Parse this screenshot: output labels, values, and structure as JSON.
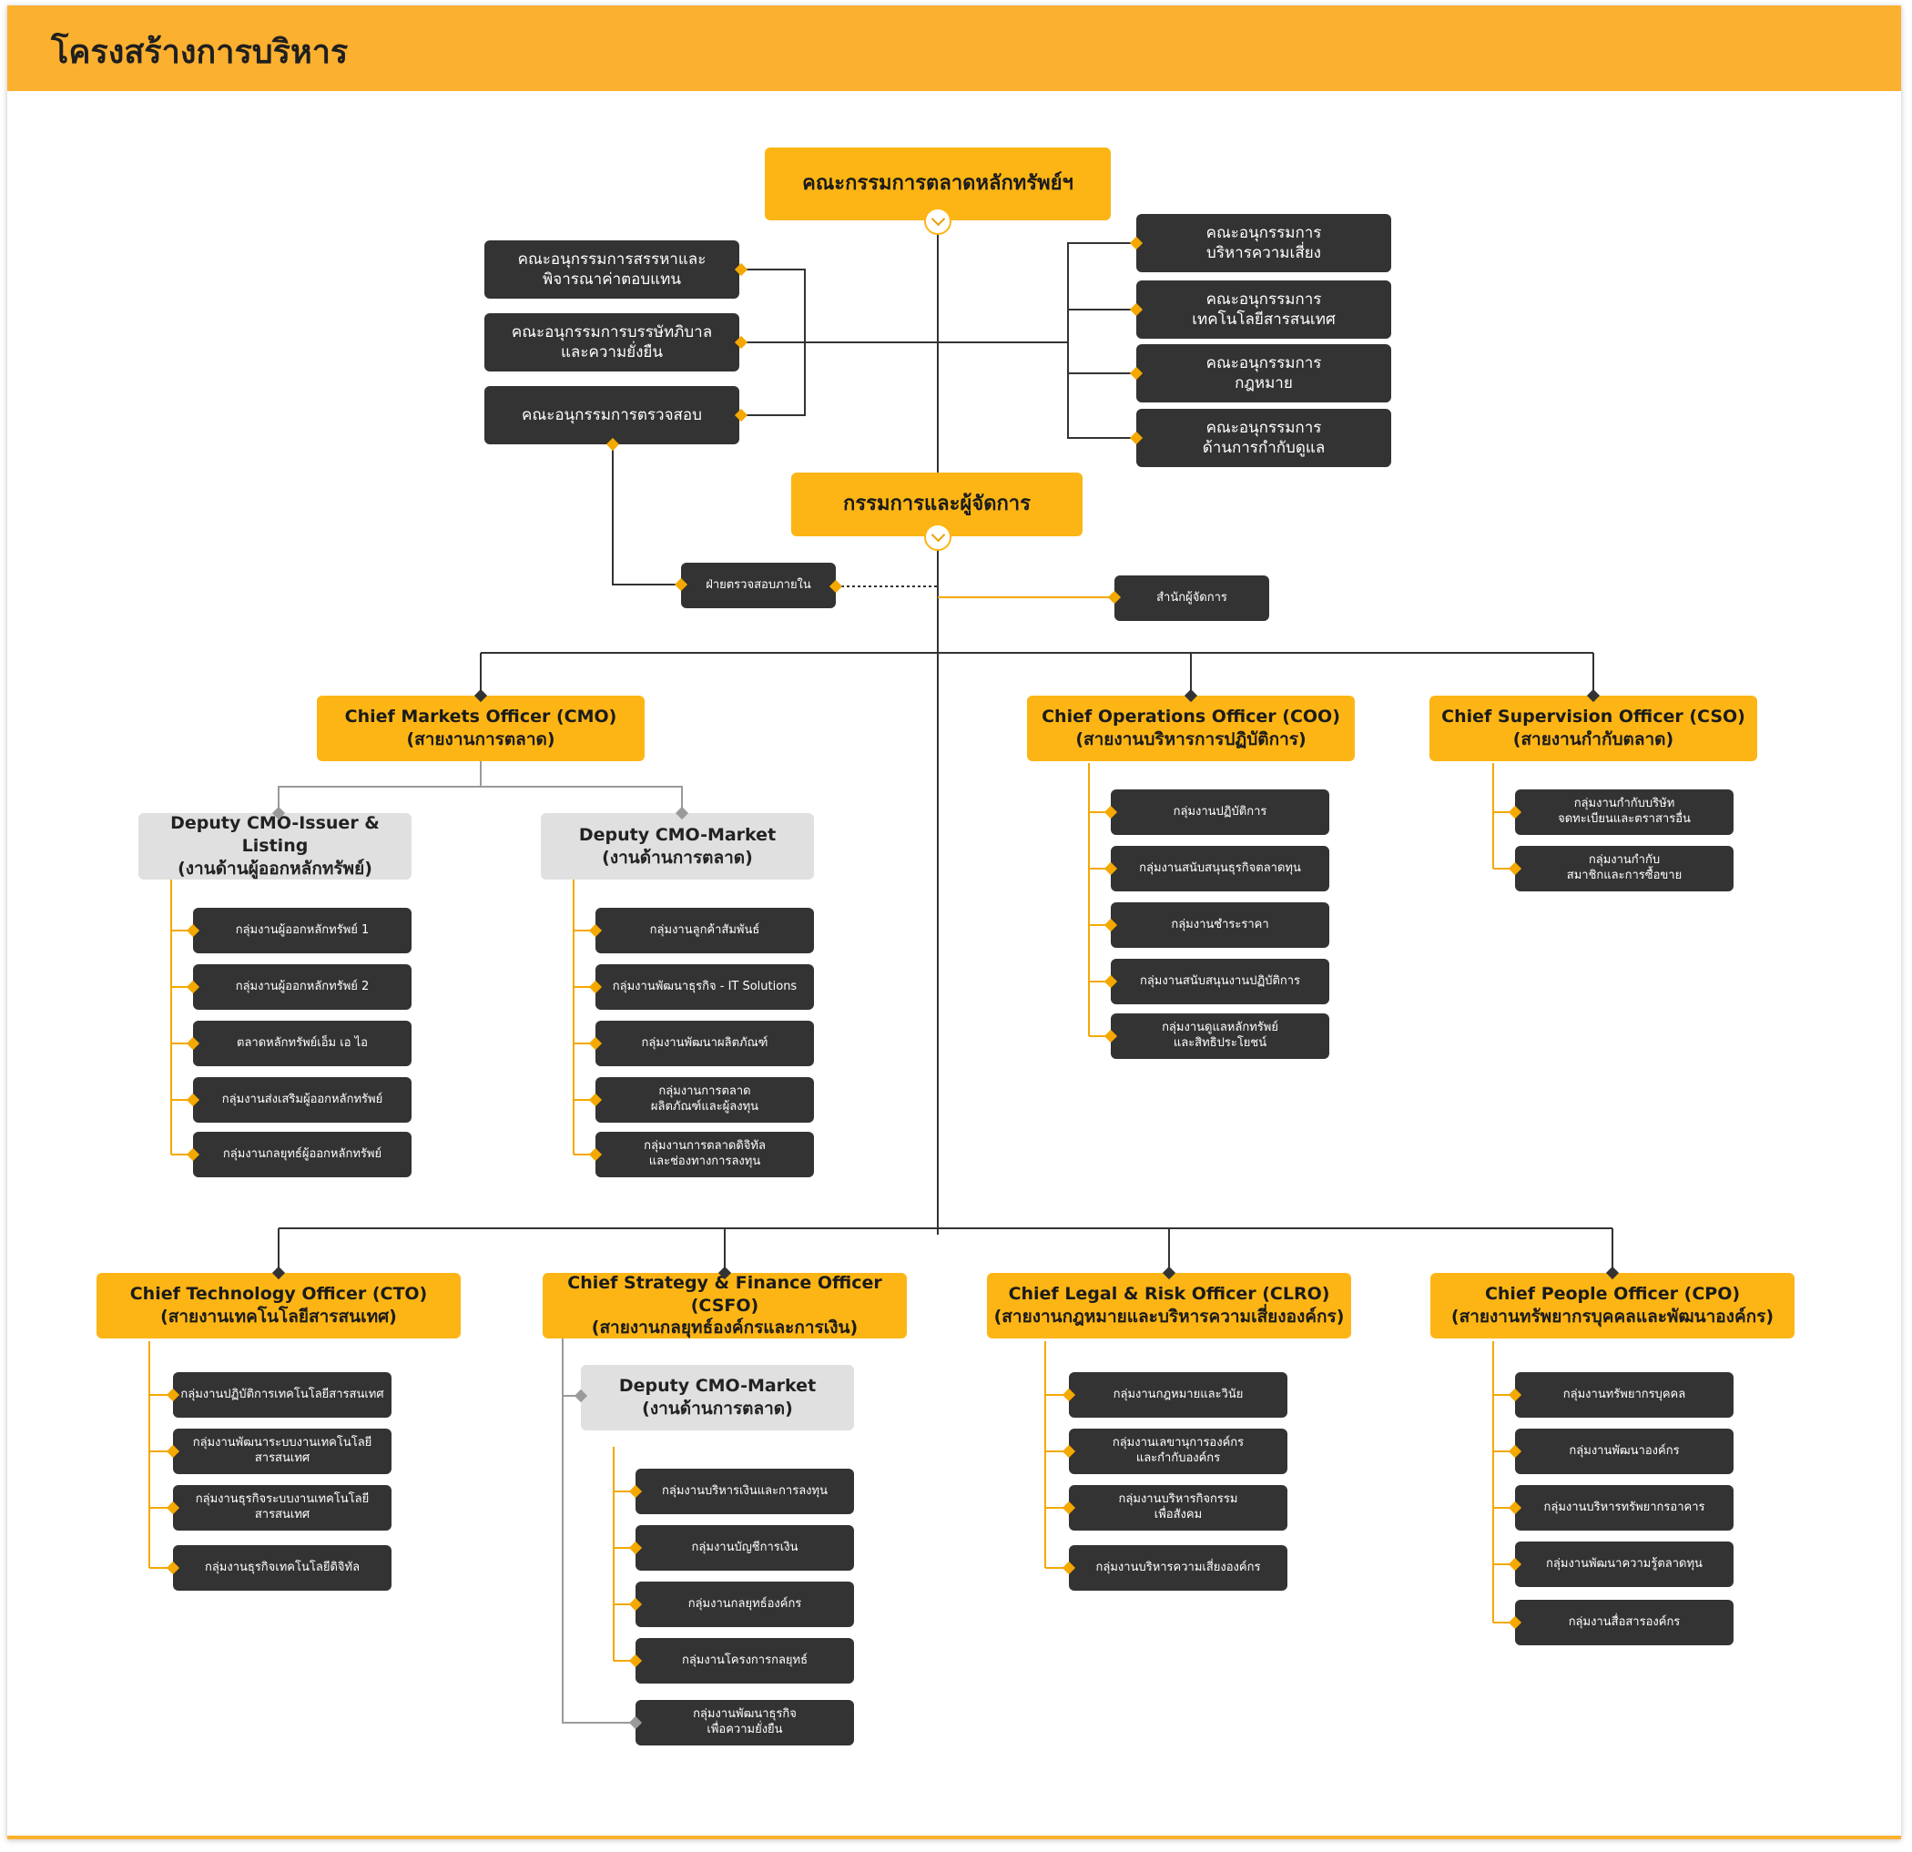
{
  "header": {
    "title": "โครงสร้างการบริหาร"
  },
  "board": "คณะกรรมการตลาดหลักทรัพย์ฯ",
  "left_committees": [
    "คณะอนุกรรมการสรรหาและ\nพิจารณาค่าตอบแทน",
    "คณะอนุกรรมการบรรษัทภิบาล\nและความยั่งยืน",
    "คณะอนุกรรมการตรวจสอบ"
  ],
  "right_committees": [
    "คณะอนุกรรมการ\nบริหารความเสี่ยง",
    "คณะอนุกรรมการ\nเทคโนโลยีสารสนเทศ",
    "คณะอนุกรรมการ\nกฎหมาย",
    "คณะอนุกรรมการ\nด้านการกำกับดูแล"
  ],
  "ceo": "กรรมการและผู้จัดการ",
  "internal_audit": "ฝ่ายตรวจสอบภายใน",
  "md_office": "สำนักผู้จัดการ",
  "cmo": {
    "title": "Chief Markets Officer (CMO)\n(สายงานการตลาด)",
    "issuer": {
      "title": "Deputy CMO-Issuer & Listing\n(งานด้านผู้ออกหลักทรัพย์)",
      "units": [
        "กลุ่มงานผู้ออกหลักทรัพย์ 1",
        "กลุ่มงานผู้ออกหลักทรัพย์ 2",
        "ตลาดหลักทรัพย์เอ็ม เอ ไอ",
        "กลุ่มงานส่งเสริมผู้ออกหลักทรัพย์",
        "กลุ่มงานกลยุทธ์ผู้ออกหลักทรัพย์"
      ]
    },
    "market": {
      "title": "Deputy CMO-Market\n(งานด้านการตลาด)",
      "units": [
        "กลุ่มงานลูกค้าสัมพันธ์",
        "กลุ่มงานพัฒนาธุรกิจ - IT Solutions",
        "กลุ่มงานพัฒนาผลิตภัณฑ์",
        "กลุ่มงานการตลาด\nผลิตภัณฑ์และผู้ลงทุน",
        "กลุ่มงานการตลาดดิจิทัล\nและช่องทางการลงทุน"
      ]
    }
  },
  "coo": {
    "title": "Chief Operations Officer (COO)\n(สายงานบริหารการปฏิบัติการ)",
    "units": [
      "กลุ่มงานปฏิบัติการ",
      "กลุ่มงานสนับสนุนธุรกิจตลาดทุน",
      "กลุ่มงานชำระราคา",
      "กลุ่มงานสนับสนุนงานปฏิบัติการ",
      "กลุ่มงานดูแลหลักทรัพย์\nและสิทธิประโยชน์"
    ]
  },
  "cso": {
    "title": "Chief Supervision Officer (CSO)\n(สายงานกำกับตลาด)",
    "units": [
      "กลุ่มงานกำกับบริษัท\nจดทะเบียนและตราสารอื่น",
      "กลุ่มงานกำกับ\nสมาชิกและการซื้อขาย"
    ]
  },
  "cto": {
    "title": "Chief Technology Officer (CTO)\n(สายงานเทคโนโลยีสารสนเทศ)",
    "units": [
      "กลุ่มงานปฏิบัติการเทคโนโลยีสารสนเทศ",
      "กลุ่มงานพัฒนาระบบงานเทคโนโลยี\nสารสนเทศ",
      "กลุ่มงานธุรกิจระบบงานเทคโนโลยี\nสารสนเทศ",
      "กลุ่มงานธุรกิจเทคโนโลยีดิจิทัล"
    ]
  },
  "csfo": {
    "title": "Chief Strategy & Finance Officer (CSFO)\n(สายงานกลยุทธ์องค์กรและการเงิน)",
    "deputy": "Deputy CMO-Market\n(งานด้านการตลาด)",
    "units": [
      "กลุ่มงานบริหารเงินและการลงทุน",
      "กลุ่มงานบัญชีการเงิน",
      "กลุ่มงานกลยุทธ์องค์กร",
      "กลุ่มงานโครงการกลยุทธ์"
    ],
    "extra": "กลุ่มงานพัฒนาธุรกิจ\nเพื่อความยั่งยืน"
  },
  "clro": {
    "title": "Chief Legal & Risk Officer (CLRO)\n(สายงานกฎหมายและบริหารความเสี่ยงองค์กร)",
    "units": [
      "กลุ่มงานกฎหมายและวินัย",
      "กลุ่มงานเลขานุการองค์กร\nและกำกับองค์กร",
      "กลุ่มงานบริหารกิจกรรม\nเพื่อสังคม",
      "กลุ่มงานบริหารความเสี่ยงองค์กร"
    ]
  },
  "cpo": {
    "title": "Chief People Officer (CPO)\n(สายงานทรัพยากรบุคคลและพัฒนาองค์กร)",
    "units": [
      "กลุ่มงานทรัพยากรบุคคล",
      "กลุ่มงานพัฒนาองค์กร",
      "กลุ่มงานบริหารทรัพยากรอาคาร",
      "กลุ่มงานพัฒนาความรู้ตลาดทุน",
      "กลุ่มงานสื่อสารองค์กร"
    ]
  },
  "colors": {
    "brand": "#fdb515",
    "dark": "#333333",
    "deputy": "#e0e0e0"
  }
}
